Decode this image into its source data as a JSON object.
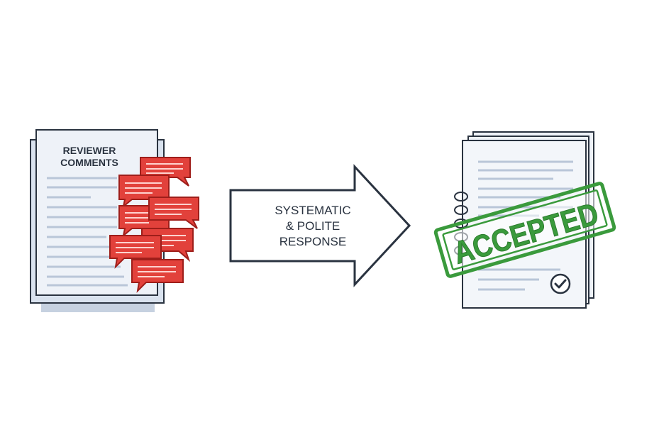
{
  "left_document": {
    "title_line1": "REVIEWER",
    "title_line2": "COMMENTS",
    "comment_count": 7,
    "comment_color": "#e2413b",
    "comment_outline": "#9e1e1a"
  },
  "arrow": {
    "label_line1": "SYSTEMATIC",
    "label_line2": "& POLITE",
    "label_line3": "RESPONSE"
  },
  "right_document": {
    "stamp_text": "ACCEPTED",
    "stamp_color": "#3a9a3c",
    "check_icon": "checkmark-circle-icon",
    "binder_icon": "spiral-binding-icon"
  },
  "colors": {
    "outline": "#2a3340",
    "paper": "#eef2f8",
    "paper_back": "#c6d1e0",
    "text_lines": "#b9c6d8"
  }
}
